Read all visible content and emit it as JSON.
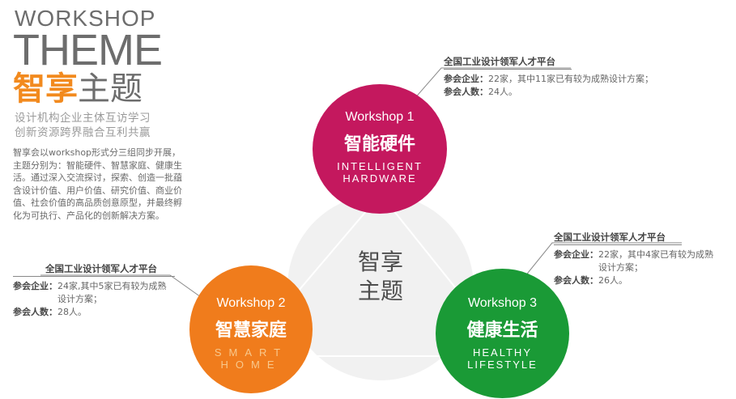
{
  "header": {
    "line1": "WORKSHOP",
    "line2": "THEME",
    "title_orange": "智享",
    "title_gray": "主题",
    "sub1": "设计机构企业主体互访学习",
    "sub2": "创新资源跨界融合互利共赢"
  },
  "description": "智享会以workshop形式分三组同步开展，主题分别为：智能硬件、智慧家庭、健康生活。通过深入交流探讨，探索、创造一批蕴含设计价值、用户价值、研究价值、商业价值、社会价值的高品质创意原型，并最终孵化为可执行、产品化的创新解决方案。",
  "center": {
    "line1": "智享",
    "line2": "主题"
  },
  "workshops": [
    {
      "label": "Workshop  1",
      "name": "智能硬件",
      "en1": "INTELLIGENT",
      "en2": "HARDWARE",
      "color": "#c4185e"
    },
    {
      "label": "Workshop  2",
      "name": "智慧家庭",
      "en1": "SMART",
      "en2": "HOME",
      "color": "#f07c1c"
    },
    {
      "label": "Workshop  3",
      "name": "健康生活",
      "en1": "HEALTHY",
      "en2": "LIFESTYLE",
      "color": "#1a9a36"
    }
  ],
  "info": [
    {
      "title": "全国工业设计领军人才平台",
      "k1": "参会企业：",
      "v1": "22家，其中11家已有较为成熟设计方案；",
      "k2": "参会人数：",
      "v2": "24人。"
    },
    {
      "title": "全国工业设计领军人才平台",
      "k1": "参会企业：",
      "v1": "24家,其中5家已有较为成熟设计方案；",
      "k2": "参会人数：",
      "v2": "28人。"
    },
    {
      "title": "全国工业设计领军人才平台",
      "k1": "参会企业：",
      "v1": "22家，其中4家已有较为成熟设计方案；",
      "k2": "参会人数：",
      "v2": "26人。"
    }
  ]
}
